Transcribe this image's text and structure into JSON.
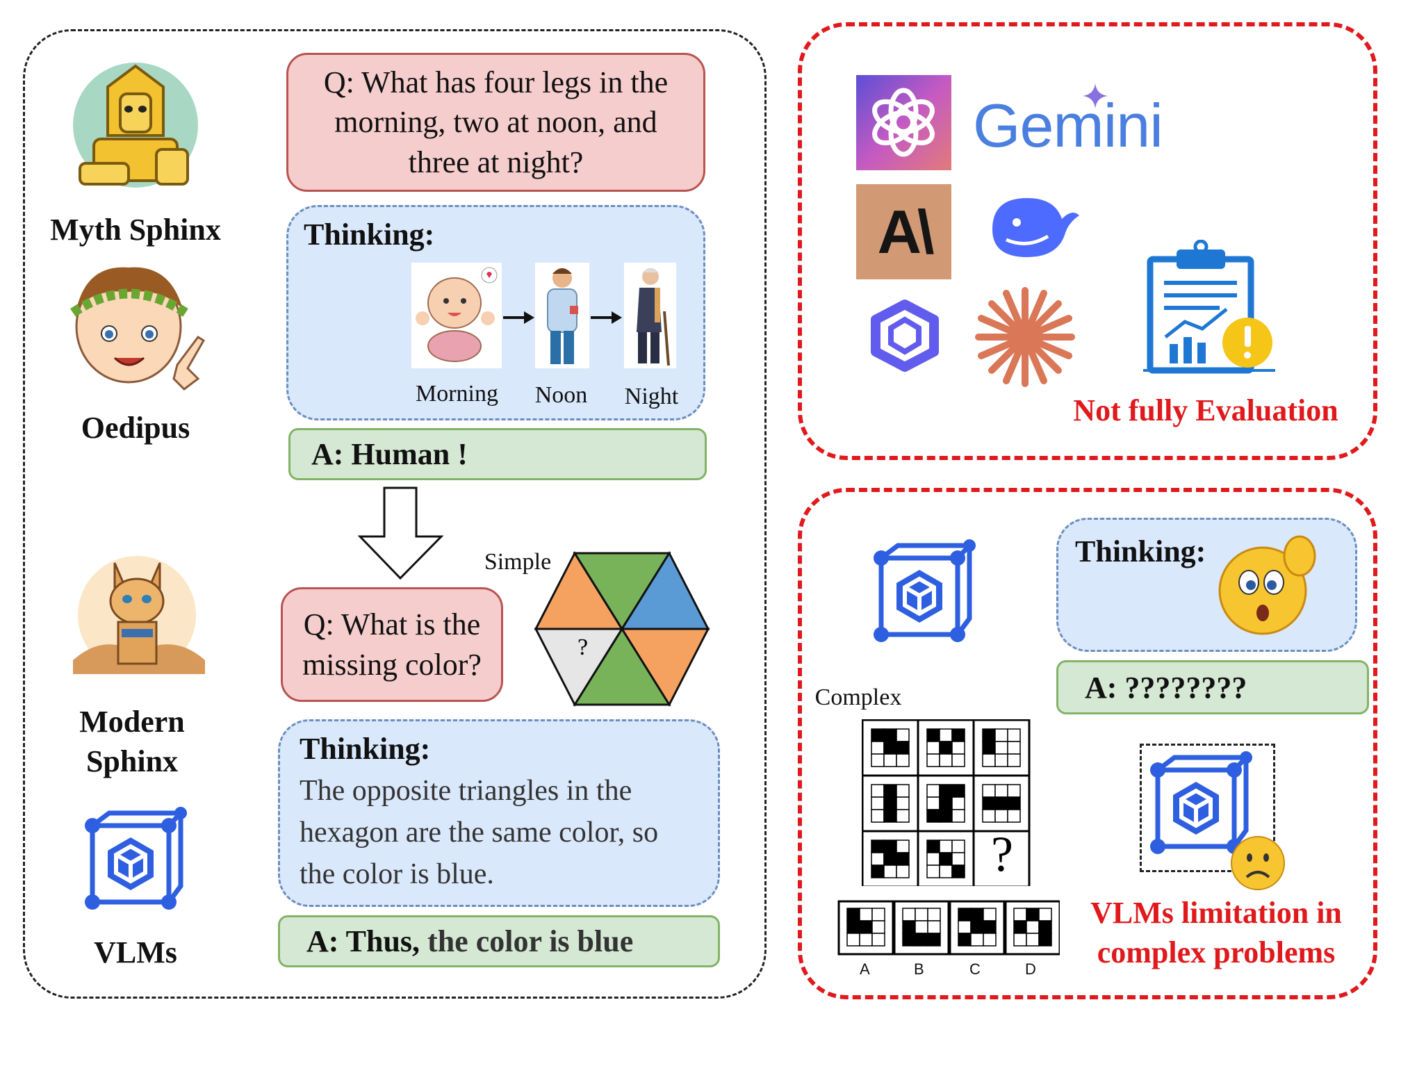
{
  "left_panel": {
    "characters": {
      "myth_sphinx": "Myth Sphinx",
      "oedipus": "Oedipus",
      "modern_sphinx": "Modern\nSphinx",
      "vlms": "VLMs"
    },
    "riddle": {
      "question": "Q: What has four legs in the\nmorning, two at noon, and\nthree at night?",
      "thinking_title": "Thinking:",
      "stages": [
        "Morning",
        "Noon",
        "Night"
      ],
      "answer": "A: Human !"
    },
    "puzzle": {
      "question": "Q: What is the\nmissing color?",
      "simple_label": "Simple",
      "hexagon_missing_mark": "?",
      "thinking_title": "Thinking:",
      "thinking_text": "The opposite triangles in the hexagon are the same color, so the color is blue.",
      "answer_prefix": "A: Thus,",
      "answer_rest": " the color is blue",
      "hexagon_colors": [
        "#f5a261",
        "#78b35a",
        "#5b9bd5",
        "#f5a261",
        "#78b35a",
        "#e6e6e6"
      ]
    }
  },
  "top_right_panel": {
    "gemini_label": "Gemini",
    "anthropic_label": "A\\",
    "caption": "Not fully Evaluation"
  },
  "bottom_right_panel": {
    "thinking_title": "Thinking:",
    "answer": "A: ????????",
    "complex_label": "Complex",
    "matrix_missing_mark": "?",
    "options": [
      "A",
      "B",
      "C",
      "D"
    ],
    "caption": "VLMs limitation in\ncomplex problems"
  },
  "colors": {
    "red_accent": "#e0191c",
    "vlm_blue": "#2d5fe0",
    "question_fill": "#f6cdcd",
    "thinking_fill": "#dae8fc",
    "answer_fill": "#d5e8d4"
  }
}
